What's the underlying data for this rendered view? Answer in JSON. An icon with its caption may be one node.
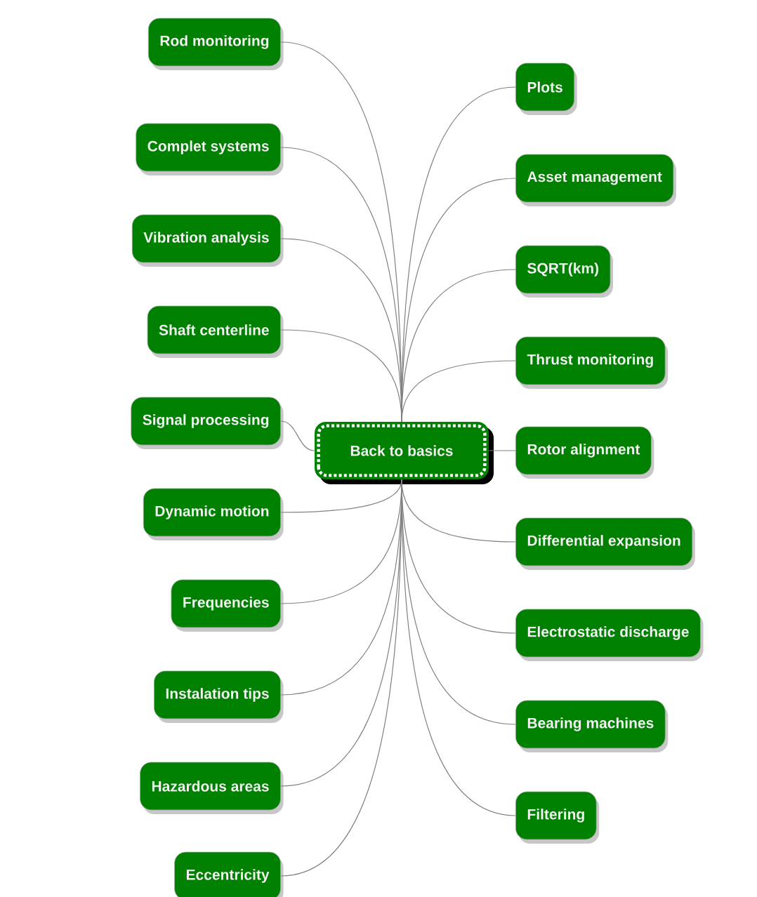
{
  "diagram": {
    "nodes": [
      {
        "text": [
          "Back to basics"
        ]
      },
      {
        "text": [
          "Rod monitoring"
        ]
      },
      {
        "text": [
          "Complet systems"
        ]
      },
      {
        "text": [
          "Vibration analysis"
        ]
      },
      {
        "text": [
          "Shaft centerline"
        ]
      },
      {
        "text": [
          "Signal processing"
        ]
      },
      {
        "text": [
          "Dynamic motion"
        ]
      },
      {
        "text": [
          "Frequencies"
        ]
      },
      {
        "text": [
          "Instalation tips"
        ]
      },
      {
        "text": [
          "Hazardous areas"
        ]
      },
      {
        "text": [
          "Eccentricity"
        ]
      },
      {
        "text": [
          "Plots"
        ]
      },
      {
        "text": [
          "Asset management"
        ]
      },
      {
        "text": [
          "SQRT(km)"
        ]
      },
      {
        "text": [
          "Thrust monitoring"
        ]
      },
      {
        "text": [
          "Rotor  alignment"
        ]
      },
      {
        "text": [
          "Differential expansion"
        ]
      },
      {
        "text": [
          "Electrostatic discharge"
        ]
      },
      {
        "text": [
          "Bearing machines"
        ]
      },
      {
        "text": [
          "Filtering"
        ]
      }
    ],
    "edges": [
      {
        "from": 0,
        "to": 1,
        "arrow": "none"
      },
      {
        "from": 0,
        "to": 2,
        "arrow": "none"
      },
      {
        "from": 0,
        "to": 3,
        "arrow": "none"
      },
      {
        "from": 0,
        "to": 4,
        "arrow": "none"
      },
      {
        "from": 0,
        "to": 5,
        "arrow": "none"
      },
      {
        "from": 0,
        "to": 6,
        "arrow": "none"
      },
      {
        "from": 0,
        "to": 7,
        "arrow": "none"
      },
      {
        "from": 0,
        "to": 8,
        "arrow": "none"
      },
      {
        "from": 0,
        "to": 9,
        "arrow": "none"
      },
      {
        "from": 0,
        "to": 10,
        "arrow": "none"
      },
      {
        "from": 0,
        "to": 11,
        "arrow": "none"
      },
      {
        "from": 0,
        "to": 12,
        "arrow": "none"
      },
      {
        "from": 0,
        "to": 13,
        "arrow": "none"
      },
      {
        "from": 0,
        "to": 14,
        "arrow": "none"
      },
      {
        "from": 0,
        "to": 15,
        "arrow": "none"
      },
      {
        "from": 0,
        "to": 16,
        "arrow": "none"
      },
      {
        "from": 0,
        "to": 17,
        "arrow": "none"
      },
      {
        "from": 0,
        "to": 18,
        "arrow": "none"
      },
      {
        "from": 0,
        "to": 19,
        "arrow": "none"
      }
    ]
  }
}
